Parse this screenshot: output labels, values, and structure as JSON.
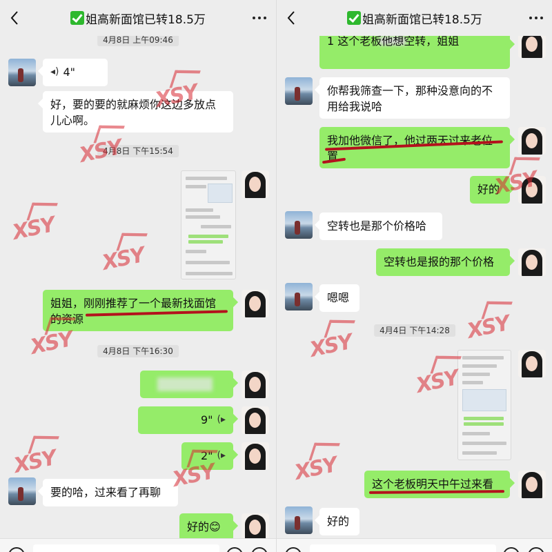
{
  "title": "姐高新面馆已转18.5万",
  "left": {
    "t1": "4月8日 上午09:46",
    "voice1": "4\"",
    "msg1": "好，要的要的就麻烦你这边多放点儿心啊。",
    "t2": "4月8日 下午15:54",
    "msg2": "姐姐，刚刚推荐了一个最新找面馆的资源",
    "t3": "4月8日 下午16:30",
    "voice2": "9\"",
    "voice3": "2\"",
    "msg3": "要的哈，过来看了再聊",
    "msg4": "好的😊"
  },
  "right": {
    "msg1": "1        这个老板他想空转，姐姐",
    "msg2": "你帮我筛查一下，那种没意向的不用给我说哈",
    "msg3": "我加他微信了，他过两天过来老位置",
    "msg4": "好的",
    "msg5": "空转也是那个价格哈",
    "msg6": "空转也是报的那个价格",
    "msg7": "嗯嗯",
    "t1": "4月4日 下午14:28",
    "msg8": "这个老板明天中午过来看",
    "msg9": "好的"
  },
  "watermark_text": "XSY",
  "colors": {
    "out_bubble": "#95ec69",
    "in_bubble": "#ffffff",
    "underline": "#b3121d",
    "watermark": "#d72832"
  }
}
